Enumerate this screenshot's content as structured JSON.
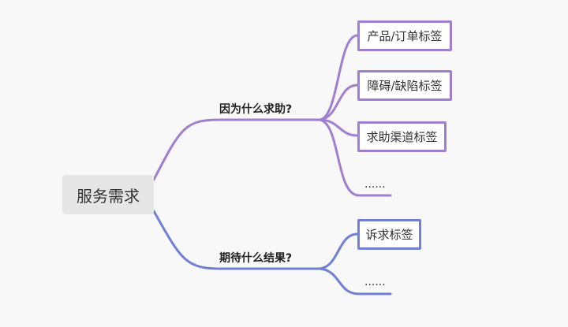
{
  "root": {
    "label": "服务需求"
  },
  "branches": [
    {
      "label": "因为什么求助?",
      "color": "#a07fd0",
      "children": [
        "产品/订单标签",
        "障碍/缺陷标签",
        "求助渠道标签",
        "......"
      ]
    },
    {
      "label": "期待什么结果?",
      "color": "#6f80d6",
      "children": [
        "诉求标签",
        "......"
      ]
    }
  ]
}
